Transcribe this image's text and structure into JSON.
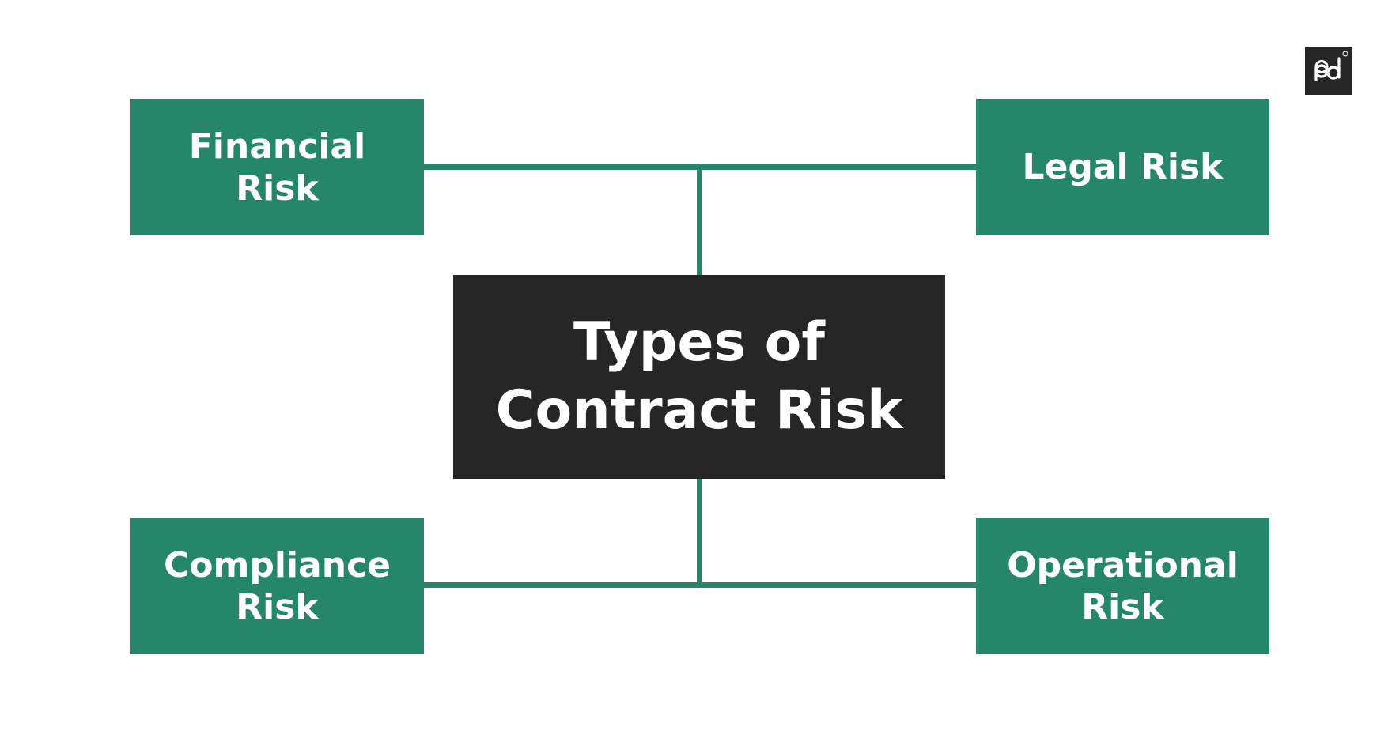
{
  "diagram": {
    "center_title": "Types of Contract Risk",
    "nodes": {
      "financial": "Financial Risk",
      "legal": "Legal Risk",
      "compliance": "Compliance Risk",
      "operational": "Operational Risk"
    }
  },
  "colors": {
    "node_fill": "#25866a",
    "center_fill": "#262626",
    "text": "#ffffff",
    "background": "#ffffff"
  },
  "logo": {
    "text": "pd",
    "icon": "pd-logo-icon"
  }
}
